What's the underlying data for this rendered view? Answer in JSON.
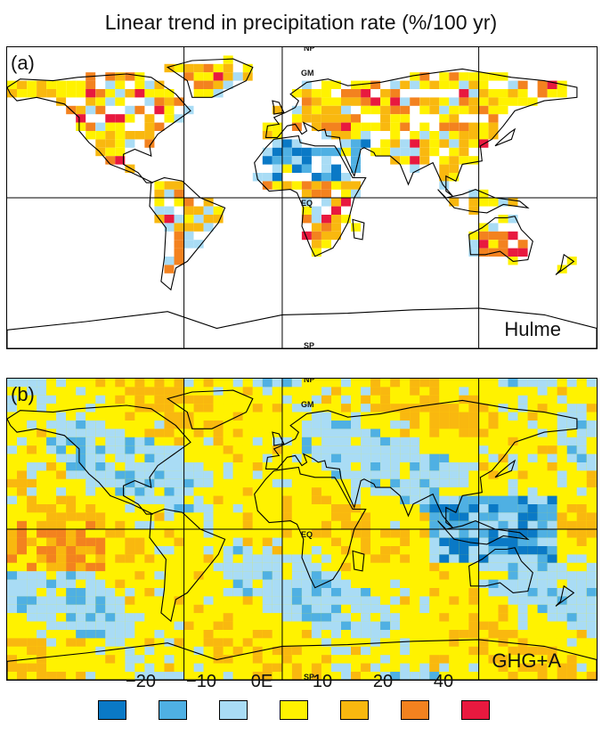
{
  "title": "Linear trend in precipitation rate (%/100 yr)",
  "panels": [
    {
      "label": "(a)",
      "dataset": "Hulme",
      "marker_top": "GM",
      "marker_eq": "EQ",
      "marker_np": "NP",
      "marker_sp": "SP"
    },
    {
      "label": "(b)",
      "dataset": "GHG+A",
      "marker_top": "GM",
      "marker_eq": "EQ",
      "marker_np": "NP",
      "marker_sp": "SP"
    }
  ],
  "legend": {
    "ticks": [
      "−20",
      "−10",
      "0E",
      "10",
      "20",
      "40"
    ],
    "colors": [
      "#0a79c6",
      "#4fb0e3",
      "#a9dcf5",
      "#fff200",
      "#f9b80f",
      "#f3821f",
      "#e8193f"
    ]
  }
}
